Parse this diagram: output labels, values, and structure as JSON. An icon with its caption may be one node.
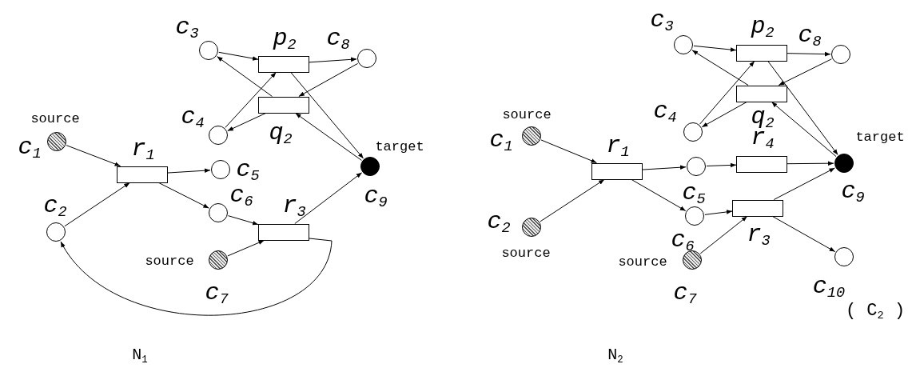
{
  "diagram": {
    "nodes": [
      {
        "text": [
          "c$_{1}$"
        ],
        "beside": [
          "source"
        ]
      },
      {
        "text": [
          "c$_{2}$"
        ]
      },
      {
        "text": [
          "c$_{3}$"
        ]
      },
      {
        "text": [
          "c$_{4}$"
        ]
      },
      {
        "text": [
          "c$_{5}$"
        ]
      },
      {
        "text": [
          "c$_{6}$"
        ]
      },
      {
        "text": [
          "c$_{7}$"
        ],
        "beside": [
          "source"
        ]
      },
      {
        "text": [
          "c$_{8}$"
        ]
      },
      {
        "text": [
          "c$_{9}$"
        ],
        "beside": [
          "target"
        ]
      },
      {
        "text": [
          "p$_{2}$"
        ]
      },
      {
        "text": [
          "q$_{2}$"
        ]
      },
      {
        "text": [
          "r$_{1}$"
        ]
      },
      {
        "text": [
          "r$_{3}$"
        ]
      },
      {
        "text": [
          "c$_{1}$"
        ],
        "beside": [
          "source"
        ]
      },
      {
        "text": [
          "c$_{2}$"
        ],
        "beside": [
          "source"
        ]
      },
      {
        "text": [
          "c$_{3}$"
        ]
      },
      {
        "text": [
          "c$_{4}$"
        ]
      },
      {
        "text": [
          "c$_{5}$"
        ]
      },
      {
        "text": [
          "c$_{6}$"
        ]
      },
      {
        "text": [
          "c$_{7}$"
        ],
        "beside": [
          "source"
        ]
      },
      {
        "text": [
          "c$_{8}$"
        ]
      },
      {
        "text": [
          "c$_{9}$"
        ],
        "beside": [
          "target"
        ]
      },
      {
        "text": [
          "c$_{10}$"
        ],
        "beside": [
          "( C$_{2}$ )"
        ]
      },
      {
        "text": [
          "p$_{2}$"
        ]
      },
      {
        "text": [
          "q$_{2}$"
        ]
      },
      {
        "text": [
          "r$_{4}$"
        ]
      },
      {
        "text": [
          "r$_{3}$"
        ]
      },
      {
        "text": [
          "r$_{1}$"
        ]
      }
    ],
    "edges": [
      {
        "from": 2,
        "to": 9,
        "arrow": "to"
      },
      {
        "from": 9,
        "to": 7,
        "arrow": "to"
      },
      {
        "from": 7,
        "to": 10,
        "arrow": "to"
      },
      {
        "from": 10,
        "to": 2,
        "arrow": "to"
      },
      {
        "from": 3,
        "to": 9,
        "arrow": "to"
      },
      {
        "from": 10,
        "to": 3,
        "arrow": "to"
      },
      {
        "from": 9,
        "to": 8,
        "arrow": "to"
      },
      {
        "from": 8,
        "to": 10,
        "arrow": "to"
      },
      {
        "from": 0,
        "to": 11,
        "arrow": "to"
      },
      {
        "from": 1,
        "to": 11,
        "arrow": "to"
      },
      {
        "from": 11,
        "to": 4,
        "arrow": "to"
      },
      {
        "from": 11,
        "to": 5,
        "arrow": "to"
      },
      {
        "from": 5,
        "to": 12,
        "arrow": "to"
      },
      {
        "from": 6,
        "to": 12,
        "arrow": "to"
      },
      {
        "from": 12,
        "to": 8,
        "arrow": "to"
      },
      {
        "from": 12,
        "to": 1,
        "arrow": "to"
      },
      {
        "from": 15,
        "to": 23,
        "arrow": "to"
      },
      {
        "from": 23,
        "to": 20,
        "arrow": "to"
      },
      {
        "from": 20,
        "to": 24,
        "arrow": "to"
      },
      {
        "from": 24,
        "to": 15,
        "arrow": "to"
      },
      {
        "from": 16,
        "to": 23,
        "arrow": "to"
      },
      {
        "from": 24,
        "to": 16,
        "arrow": "to"
      },
      {
        "from": 23,
        "to": 21,
        "arrow": "to"
      },
      {
        "from": 21,
        "to": 24,
        "arrow": "to"
      },
      {
        "from": 13,
        "to": 27,
        "arrow": "to"
      },
      {
        "from": 14,
        "to": 27,
        "arrow": "to"
      },
      {
        "from": 27,
        "to": 17,
        "arrow": "to"
      },
      {
        "from": 27,
        "to": 18,
        "arrow": "to"
      },
      {
        "from": 17,
        "to": 25,
        "arrow": "to"
      },
      {
        "from": 25,
        "to": 21,
        "arrow": "to"
      },
      {
        "from": 18,
        "to": 26,
        "arrow": "to"
      },
      {
        "from": 19,
        "to": 26,
        "arrow": "to"
      },
      {
        "from": 26,
        "to": 21,
        "arrow": "to"
      },
      {
        "from": 26,
        "to": 22,
        "arrow": "to"
      }
    ],
    "labels": [
      "N$_{1}$",
      "N$_{2}$"
    ]
  }
}
